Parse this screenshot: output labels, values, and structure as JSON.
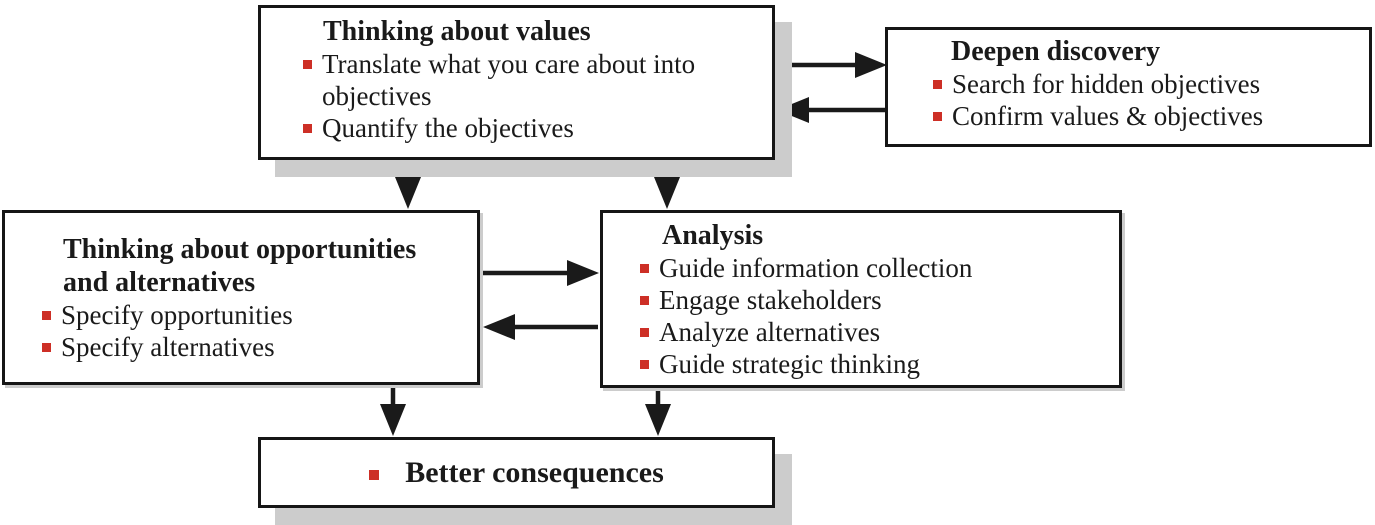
{
  "diagram": {
    "theme": {
      "page_bg": "#ffffff",
      "box_bg": "#ffffff",
      "border_color": "#161616",
      "line_color": "#1a1a1a",
      "shadow_color": "#cccccc",
      "bullet_color": "#cd2f26",
      "text_color": "#1a1a1a"
    },
    "nodes": {
      "values": {
        "title": "Thinking about values",
        "bullets": [
          "Translate what you care about into objectives",
          "Quantify the objectives"
        ]
      },
      "discovery": {
        "title": "Deepen discovery",
        "bullets": [
          "Search for hidden objectives",
          "Confirm values & objectives"
        ]
      },
      "opportunities": {
        "title": "Thinking about opportunities and alternatives",
        "bullets": [
          "Specify opportunities",
          "Specify alternatives"
        ]
      },
      "analysis": {
        "title": "Analysis",
        "bullets": [
          "Guide information collection",
          "Engage stakeholders",
          "Analyze alternatives",
          "Guide strategic thinking"
        ]
      },
      "consequences": {
        "title": "Better consequences",
        "bullets": []
      }
    },
    "arrows": [
      {
        "from": "values",
        "to": "discovery",
        "direction": "right"
      },
      {
        "from": "discovery",
        "to": "values",
        "direction": "left"
      },
      {
        "from": "values",
        "to": "opportunities",
        "direction": "down"
      },
      {
        "from": "values",
        "to": "analysis",
        "direction": "down"
      },
      {
        "from": "opportunities",
        "to": "analysis",
        "direction": "right"
      },
      {
        "from": "analysis",
        "to": "opportunities",
        "direction": "left"
      },
      {
        "from": "opportunities",
        "to": "consequences",
        "direction": "down"
      },
      {
        "from": "analysis",
        "to": "consequences",
        "direction": "down"
      }
    ]
  }
}
